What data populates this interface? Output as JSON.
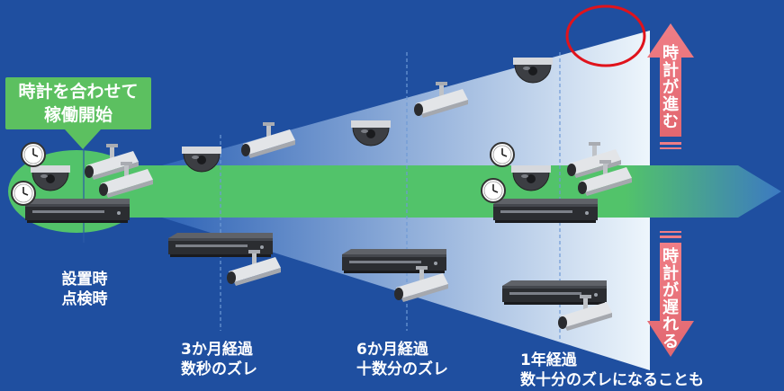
{
  "colors": {
    "background": "#1f4fa0",
    "green_band": "#52c36a",
    "callout_green": "#5cc060",
    "arrow_pink": "#e9737b",
    "highlight_circle": "#e0131c",
    "dashed_line": "#6f9ad6"
  },
  "start_callout": {
    "line1": "時計を合わせて",
    "line2": "稼働開始"
  },
  "stage_start": {
    "line1": "設置時",
    "line2": "点検時"
  },
  "milestones": [
    {
      "line1": "3か月経過",
      "line2": "数秒のズレ"
    },
    {
      "line1": "6か月経過",
      "line2": "十数分のズレ"
    },
    {
      "line1": "1年経過",
      "line2": "数十分のズレになることも"
    }
  ],
  "arrow_up": {
    "chars": [
      "時",
      "計",
      "が",
      "進",
      "む"
    ]
  },
  "arrow_down": {
    "chars": [
      "時",
      "計",
      "が",
      "遅",
      "れ",
      "る"
    ]
  },
  "icons": [
    "clock-icon",
    "dome-camera-icon",
    "bullet-camera-icon",
    "recorder-icon"
  ]
}
